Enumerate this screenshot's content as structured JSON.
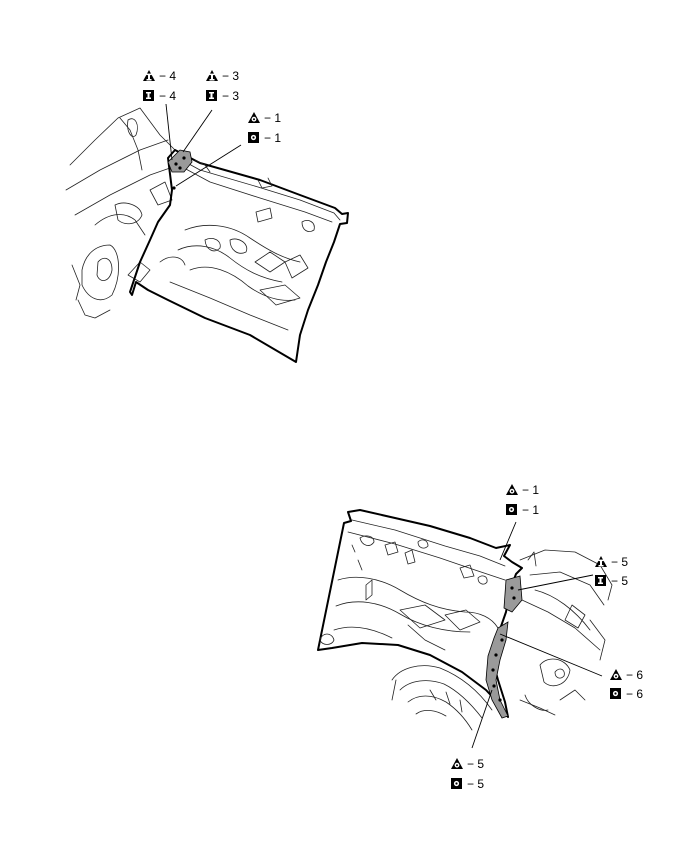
{
  "callouts": {
    "top": [
      {
        "id": "t1",
        "text": "− 4"
      },
      {
        "id": "t2",
        "text": "− 4"
      },
      {
        "id": "t3",
        "text": "− 3"
      },
      {
        "id": "t4",
        "text": "− 3"
      },
      {
        "id": "t5",
        "text": "− 1"
      },
      {
        "id": "t6",
        "text": "− 1"
      }
    ],
    "bottom": [
      {
        "id": "b1",
        "text": "− 1"
      },
      {
        "id": "b2",
        "text": "− 1"
      },
      {
        "id": "b3",
        "text": "− 5"
      },
      {
        "id": "b4",
        "text": "− 5"
      },
      {
        "id": "b5",
        "text": "− 6"
      },
      {
        "id": "b6",
        "text": "− 6"
      },
      {
        "id": "b7",
        "text": "− 5"
      },
      {
        "id": "b8",
        "text": "− 5"
      }
    ]
  },
  "symbols": {
    "triangle_i": "weld-triangle-i-icon",
    "square_i": "weld-square-i-icon",
    "triangle_o": "weld-triangle-o-icon",
    "square_o": "weld-square-o-icon"
  }
}
